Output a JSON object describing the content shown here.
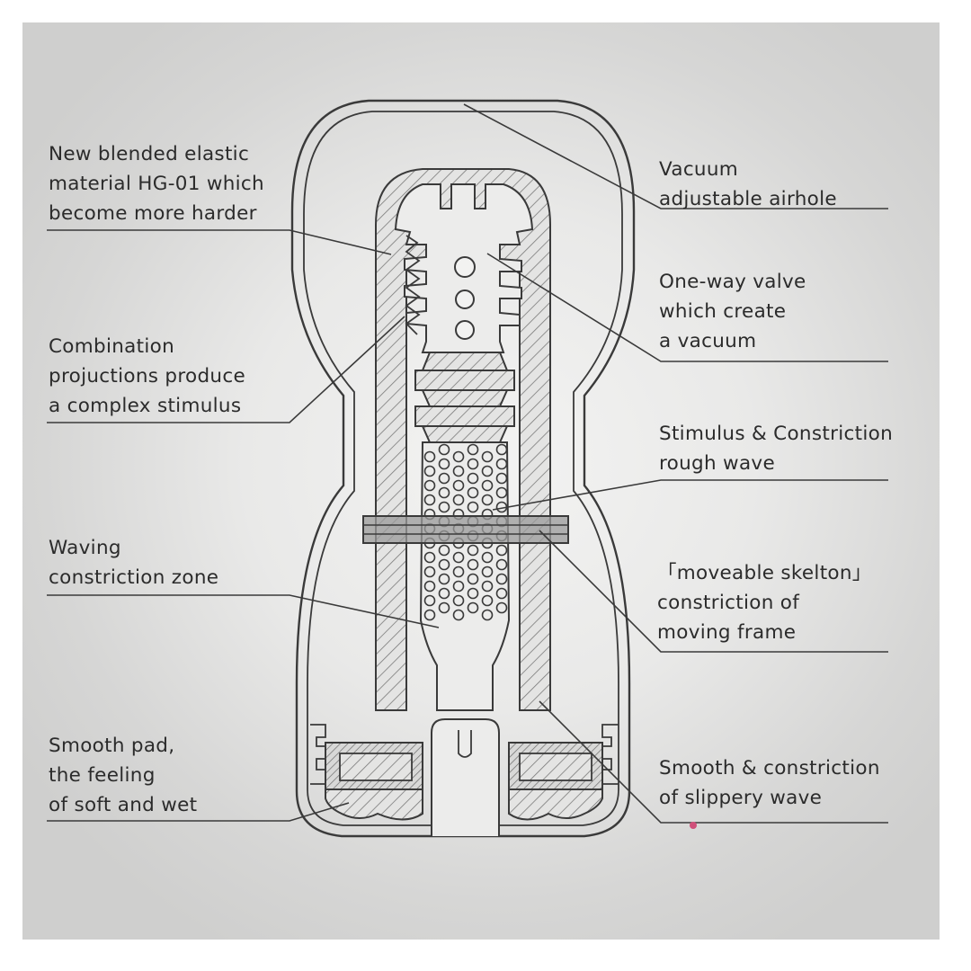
{
  "labels": {
    "left": [
      {
        "id": "elastic_material",
        "lines": [
          "New blended elastic",
          "material HG-01 which",
          "become more harder"
        ]
      },
      {
        "id": "projections",
        "lines": [
          "Combination",
          "projuctions produce",
          "a complex stimulus"
        ]
      },
      {
        "id": "waving_zone",
        "lines": [
          "Waving",
          "constriction zone"
        ]
      },
      {
        "id": "smooth_pad",
        "lines": [
          "Smooth pad,",
          "the feeling",
          "of soft and wet"
        ]
      }
    ],
    "right": [
      {
        "id": "airhole",
        "lines": [
          "Vacuum",
          "adjustable airhole"
        ]
      },
      {
        "id": "valve",
        "lines": [
          "One-way valve",
          "which create",
          "a vacuum"
        ]
      },
      {
        "id": "rough_wave",
        "lines": [
          "Stimulus & Constriction",
          "rough wave"
        ]
      },
      {
        "id": "skelton",
        "lines": [
          "「moveable skelton」",
          "constriction of",
          "moving frame"
        ]
      },
      {
        "id": "slippery_wave",
        "lines": [
          "Smooth & constriction",
          "of slippery wave"
        ]
      }
    ]
  },
  "colors": {
    "line": "#3a3a3a",
    "hatch": "#7a7a7a",
    "band": "#8e8e8e",
    "accent_dot": "#d0507a"
  }
}
